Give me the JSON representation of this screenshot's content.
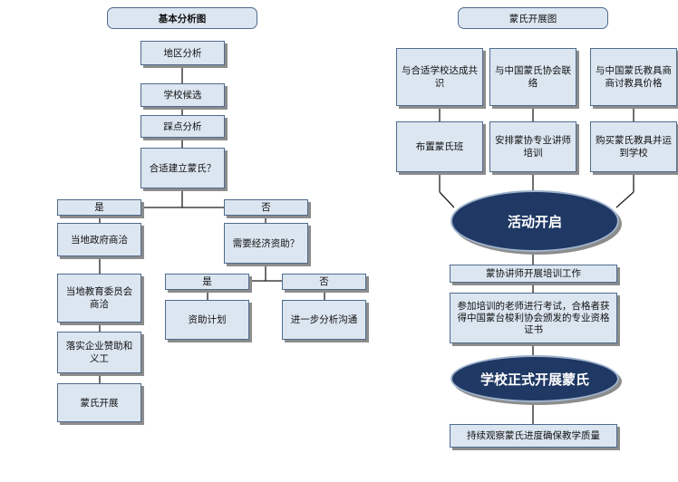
{
  "left": {
    "title": "基本分析图",
    "steps": [
      "地区分析",
      "学校候选",
      "踩点分析",
      "合适建立蒙氏？"
    ],
    "yes_label": "是",
    "no_label": "否",
    "yes_branch": [
      "当地政府商洽",
      "当地教育委员会商洽",
      "落实企业赞助和义工",
      "蒙氏开展"
    ],
    "no_question": "需要经济资助？",
    "no_yes_label": "是",
    "no_no_label": "否",
    "no_yes_result": "资助计划",
    "no_no_result": "进一步分析沟通"
  },
  "right": {
    "title": "蒙氏开展图",
    "col1": [
      "与合适学校达成共识",
      "布置蒙氏班"
    ],
    "col2": [
      "与中国蒙氏协会联络",
      "安排蒙协专业讲师培训"
    ],
    "col3": [
      "与中国蒙氏教具商商讨教具价格",
      "购买蒙氏教具并运到学校"
    ],
    "start": "活动开启",
    "training": "蒙协讲师开展培训工作",
    "exam": "参加培训的老师进行考试，合格者获得中国蒙台梭利协会颁发的专业资格证书",
    "launch": "学校正式开展蒙氏",
    "monitor": "持续观察蒙氏进度确保教学质量"
  }
}
